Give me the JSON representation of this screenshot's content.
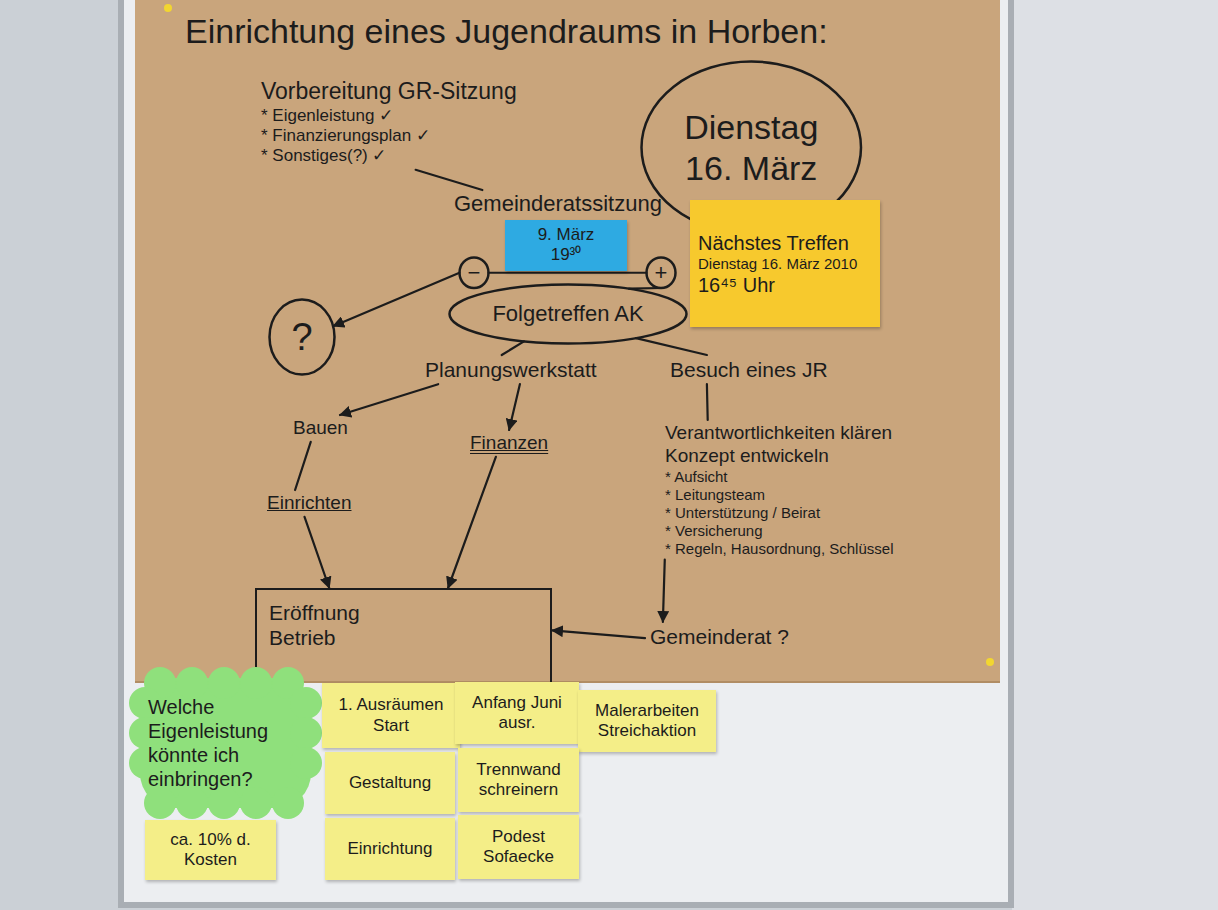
{
  "diagram": {
    "title": "Einrichtung eines Jugendraums in Horben:",
    "nodes": [
      {
        "text": [
          "Vorbereitung GR-Sitzung",
          "* Eigenleistung ✓",
          "* Finanzierungsplan ✓",
          "* Sonstiges(?) ✓"
        ]
      },
      {
        "text": [
          "Dienstag 16. März"
        ]
      },
      {
        "text": [
          "Gemeinderatssitzung"
        ]
      },
      {
        "text": [
          "9. März 19³⁰"
        ]
      },
      {
        "text": [
          "Nächstes Treffen",
          "Dienstag 16. März 2010",
          "16⁴⁵ Uhr"
        ]
      },
      {
        "text": [
          "−"
        ]
      },
      {
        "text": [
          "+"
        ]
      },
      {
        "text": [
          "Folgetreffen AK"
        ]
      },
      {
        "text": [
          "?"
        ]
      },
      {
        "text": [
          "Planungswerkstatt"
        ]
      },
      {
        "text": [
          "Besuch eines JR"
        ]
      },
      {
        "text": [
          "Bauen"
        ]
      },
      {
        "text": [
          "Finanzen"
        ]
      },
      {
        "text": [
          "Verantwortlichkeiten klären",
          "Konzept entwickeln",
          "* Aufsicht",
          "* Leitungsteam",
          "* Unterstützung / Beirat",
          "* Versicherung",
          "* Regeln, Hausordnung, Schlüssel"
        ]
      },
      {
        "text": [
          "Einrichten"
        ]
      },
      {
        "text": [
          "Eröffnung Betrieb"
        ]
      },
      {
        "text": [
          "Gemeinderat ?"
        ]
      },
      {
        "text": [
          "Welche Eigenleistung könnte ich einbringen?"
        ]
      },
      {
        "text": [
          "ca. 10% d. Kosten"
        ]
      },
      {
        "text": [
          "1. Ausräumen Start"
        ]
      },
      {
        "text": [
          "Anfang Juni ausr."
        ]
      },
      {
        "text": [
          "Malerarbeiten Streichaktion"
        ]
      },
      {
        "text": [
          "Gestaltung"
        ]
      },
      {
        "text": [
          "Trennwand schreinern"
        ]
      },
      {
        "text": [
          "Einrichtung"
        ]
      },
      {
        "text": [
          "Podest Sofaecke"
        ]
      }
    ],
    "edges": [
      {
        "from": 0,
        "to": 2,
        "arrow": "none"
      },
      {
        "from": 5,
        "to": 6,
        "arrow": "none"
      },
      {
        "from": 5,
        "to": 8,
        "arrow": "to"
      },
      {
        "from": 6,
        "to": 7,
        "arrow": "none"
      },
      {
        "from": 7,
        "to": 9,
        "arrow": "none"
      },
      {
        "from": 7,
        "to": 10,
        "arrow": "none"
      },
      {
        "from": 9,
        "to": 11,
        "arrow": "to"
      },
      {
        "from": 9,
        "to": 12,
        "arrow": "to"
      },
      {
        "from": 10,
        "to": 13,
        "arrow": "none"
      },
      {
        "from": 11,
        "to": 14,
        "arrow": "none"
      },
      {
        "from": 14,
        "to": 15,
        "arrow": "to"
      },
      {
        "from": 12,
        "to": 15,
        "arrow": "to"
      },
      {
        "from": 13,
        "to": 16,
        "arrow": "to"
      },
      {
        "from": 16,
        "to": 15,
        "arrow": "to"
      }
    ]
  }
}
